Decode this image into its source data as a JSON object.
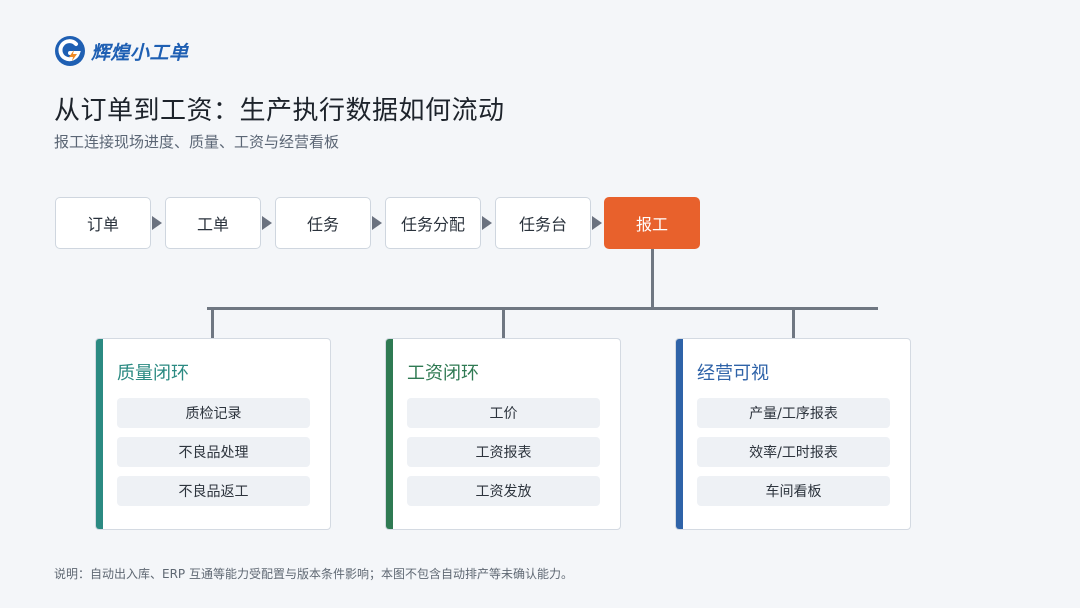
{
  "brand": {
    "name": "辉煌小工单"
  },
  "title": "从订单到工资：生产执行数据如何流动",
  "subtitle": "报工连接现场进度、质量、工资与经营看板",
  "flow": [
    "订单",
    "工单",
    "任务",
    "任务分配",
    "任务台",
    "报工"
  ],
  "active_step": "报工",
  "cards": [
    {
      "title": "质量闭环",
      "color": "#2b8a82",
      "items": [
        "质检记录",
        "不良品处理",
        "不良品返工"
      ]
    },
    {
      "title": "工资闭环",
      "color": "#2f7a53",
      "items": [
        "工价",
        "工资报表",
        "工资发放"
      ]
    },
    {
      "title": "经营可视",
      "color": "#2f63a8",
      "items": [
        "产量/工序报表",
        "效率/工时报表",
        "车间看板"
      ]
    }
  ],
  "footnote": "说明：自动出入库、ERP 互通等能力受配置与版本条件影响；本图不包含自动排产等未确认能力。",
  "colors": {
    "accent": "#e8612c",
    "brand_blue": "#1e5fb3",
    "brand_orange": "#f08a24"
  }
}
